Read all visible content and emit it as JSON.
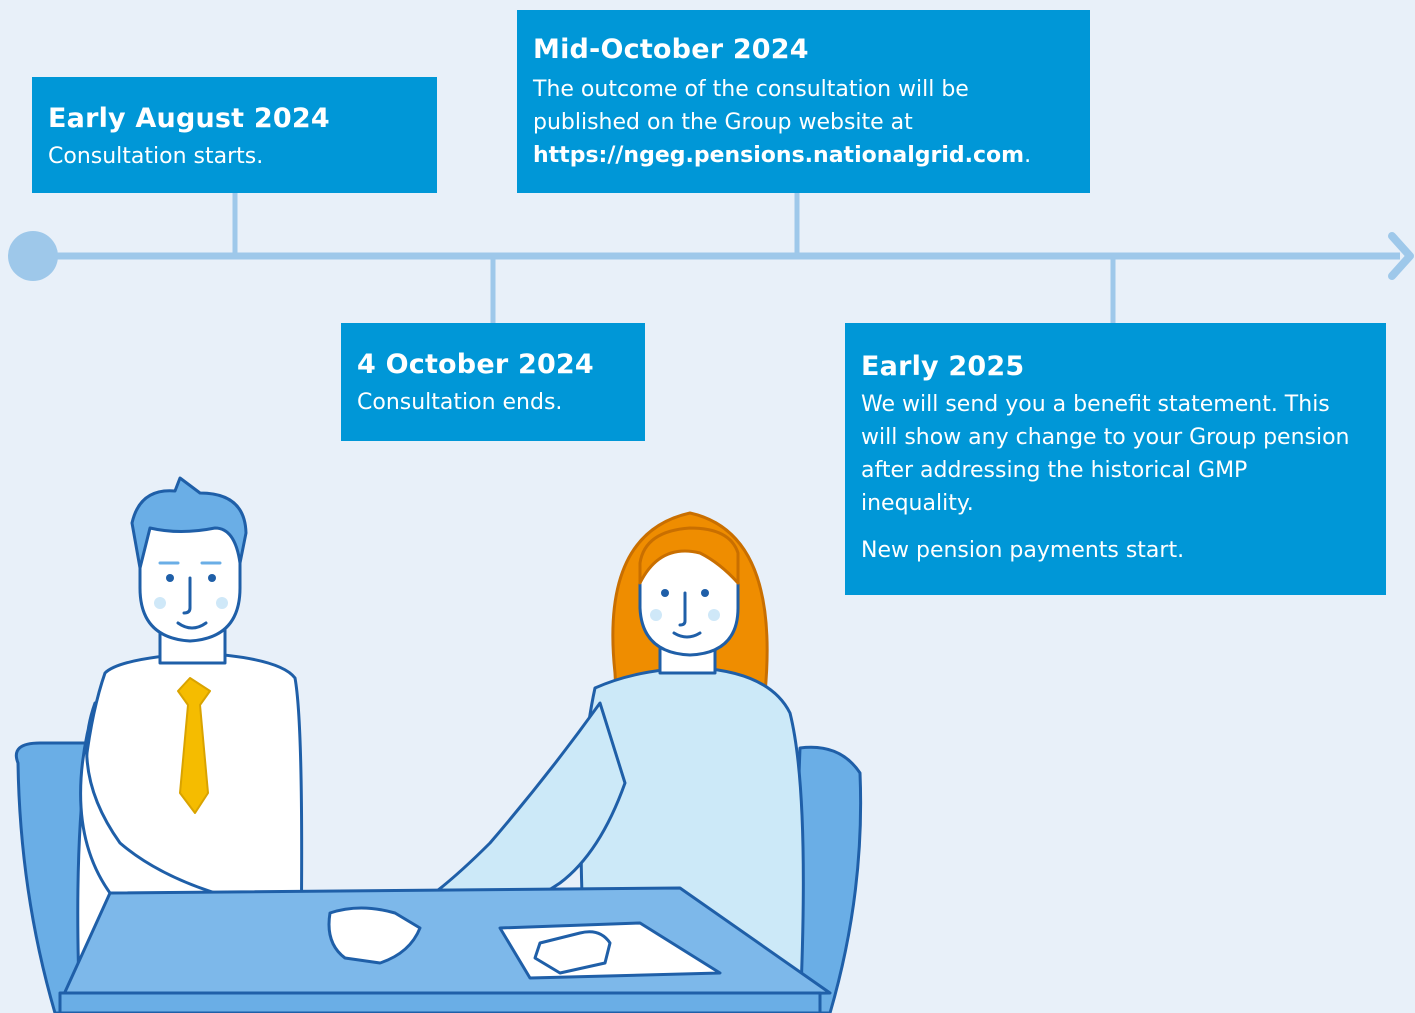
{
  "timeline": {
    "colors": {
      "card": "#0097d7",
      "line": "#9ec8ea",
      "background": "#e8f0f9"
    },
    "events": [
      {
        "title": "Early August 2024",
        "text": "Consultation starts."
      },
      {
        "title": "Mid-October 2024",
        "text": "The outcome of the consultation will be published on the Group website at",
        "link": "https://ngeg.pensions.nationalgrid.com",
        "text_end": "."
      },
      {
        "title": "4 October 2024",
        "text": "Consultation ends."
      },
      {
        "title": "Early 2025",
        "text": "We will send you a benefit statement. This will show any change to your Group pension after addressing the historical GMP inequality.",
        "text2": "New pension payments start."
      }
    ]
  },
  "illustration": {
    "icon": "handshake-illustration"
  }
}
